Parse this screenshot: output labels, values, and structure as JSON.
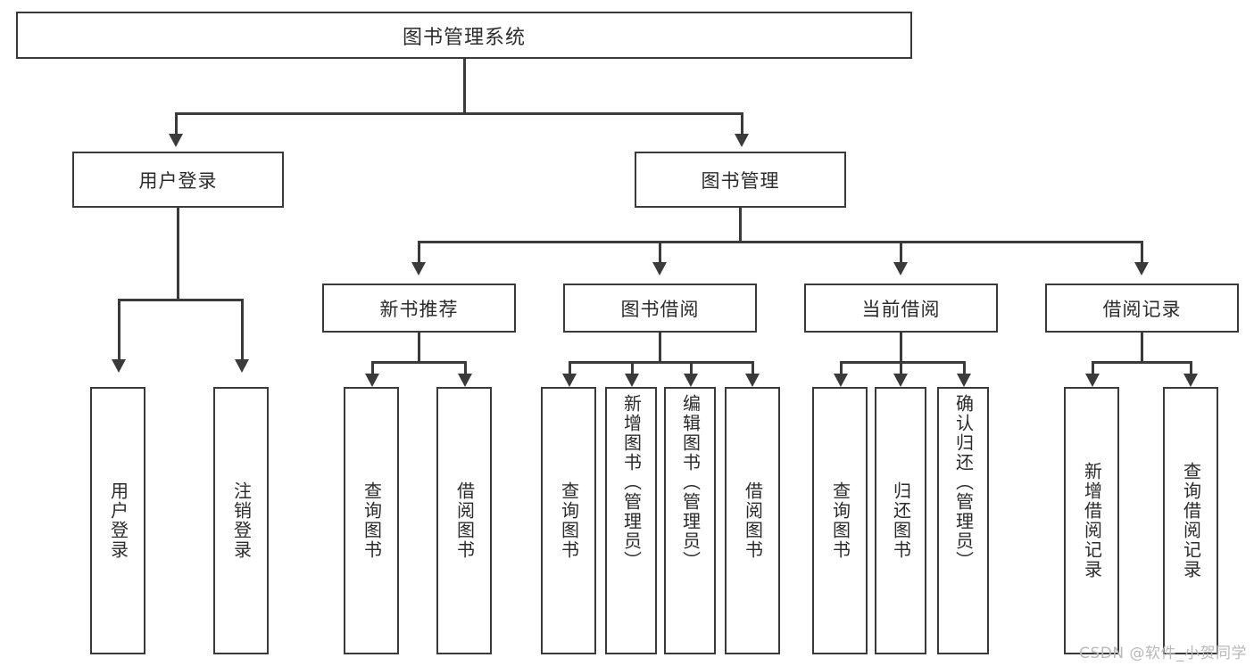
{
  "diagram": {
    "title": "图书管理系统",
    "watermark": "CSDN @软件_小贺同学",
    "accent_color": "#3a3a3a",
    "background_color": "#ffffff",
    "nodes": {
      "root": {
        "label": "图书管理系统"
      },
      "level2": [
        {
          "id": "user-login",
          "label": "用户登录"
        },
        {
          "id": "book-management",
          "label": "图书管理"
        }
      ],
      "level3": [
        {
          "id": "new-book-recommend",
          "label": "新书推荐"
        },
        {
          "id": "book-borrow",
          "label": "图书借阅"
        },
        {
          "id": "current-borrow",
          "label": "当前借阅"
        },
        {
          "id": "borrow-record",
          "label": "借阅记录"
        }
      ],
      "leaves": {
        "user_login": [
          {
            "id": "leaf-user-login",
            "label": "用户登录"
          },
          {
            "id": "leaf-logout",
            "label": "注销登录"
          }
        ],
        "new_book_recommend": [
          {
            "id": "leaf-query-book-1",
            "label": "查询图书"
          },
          {
            "id": "leaf-borrow-book-1",
            "label": "借阅图书"
          }
        ],
        "book_borrow": [
          {
            "id": "leaf-query-book-2",
            "label": "查询图书"
          },
          {
            "id": "leaf-add-book",
            "label": "新增图书（管理员）"
          },
          {
            "id": "leaf-edit-book",
            "label": "编辑图书（管理员）"
          },
          {
            "id": "leaf-borrow-book-2",
            "label": "借阅图书"
          }
        ],
        "current_borrow": [
          {
            "id": "leaf-query-book-3",
            "label": "查询图书"
          },
          {
            "id": "leaf-return-book",
            "label": "归还图书"
          },
          {
            "id": "leaf-confirm-return",
            "label": "确认归还（管理员）"
          }
        ],
        "borrow_record": [
          {
            "id": "leaf-add-record",
            "label": "新增借阅记录"
          },
          {
            "id": "leaf-query-record",
            "label": "查询借阅记录"
          }
        ]
      }
    }
  }
}
